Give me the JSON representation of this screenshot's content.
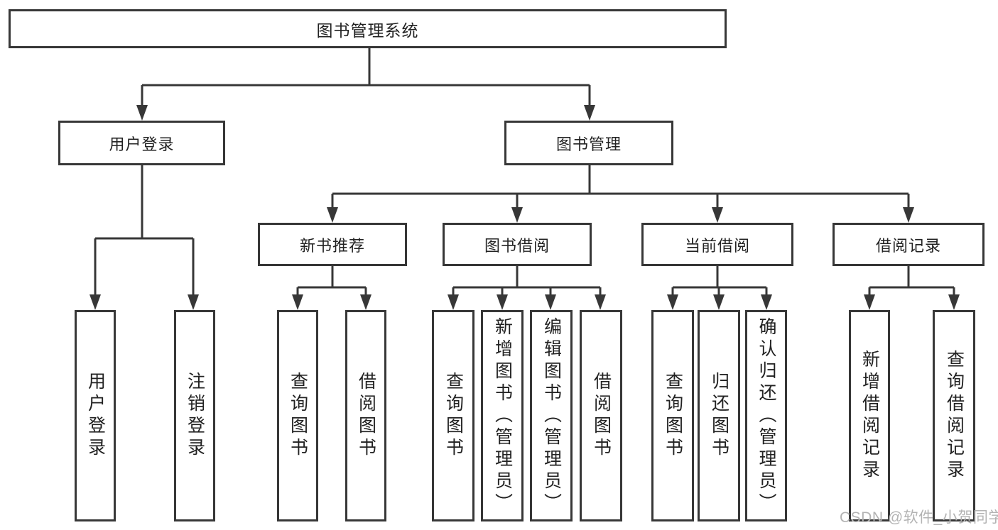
{
  "tree": {
    "root": {
      "label": "图书管理系统"
    },
    "branches": [
      {
        "label": "用户登录",
        "leaves": [
          {
            "label": "用户登录"
          },
          {
            "label": "注销登录"
          }
        ]
      },
      {
        "label": "图书管理",
        "groups": [
          {
            "label": "新书推荐",
            "leaves": [
              {
                "label": "查询图书"
              },
              {
                "label": "借阅图书"
              }
            ]
          },
          {
            "label": "图书借阅",
            "leaves": [
              {
                "label": "查询图书"
              },
              {
                "label": "新增图书（管理员）"
              },
              {
                "label": "编辑图书（管理员）"
              },
              {
                "label": "借阅图书"
              }
            ]
          },
          {
            "label": "当前借阅",
            "leaves": [
              {
                "label": "查询图书"
              },
              {
                "label": "归还图书"
              },
              {
                "label": "确认归还（管理员）"
              }
            ]
          },
          {
            "label": "借阅记录",
            "leaves": [
              {
                "label": "新增借阅记录"
              },
              {
                "label": "查询借阅记录"
              }
            ]
          }
        ]
      }
    ]
  },
  "watermark": {
    "text": "CSDN @软件_小贺同学"
  },
  "colors": {
    "line": "#373737",
    "box_border": "#373737",
    "box_fill": "#ffffff",
    "text": "#222222",
    "watermark": "#b3b3b3",
    "background": "#ffffff"
  }
}
